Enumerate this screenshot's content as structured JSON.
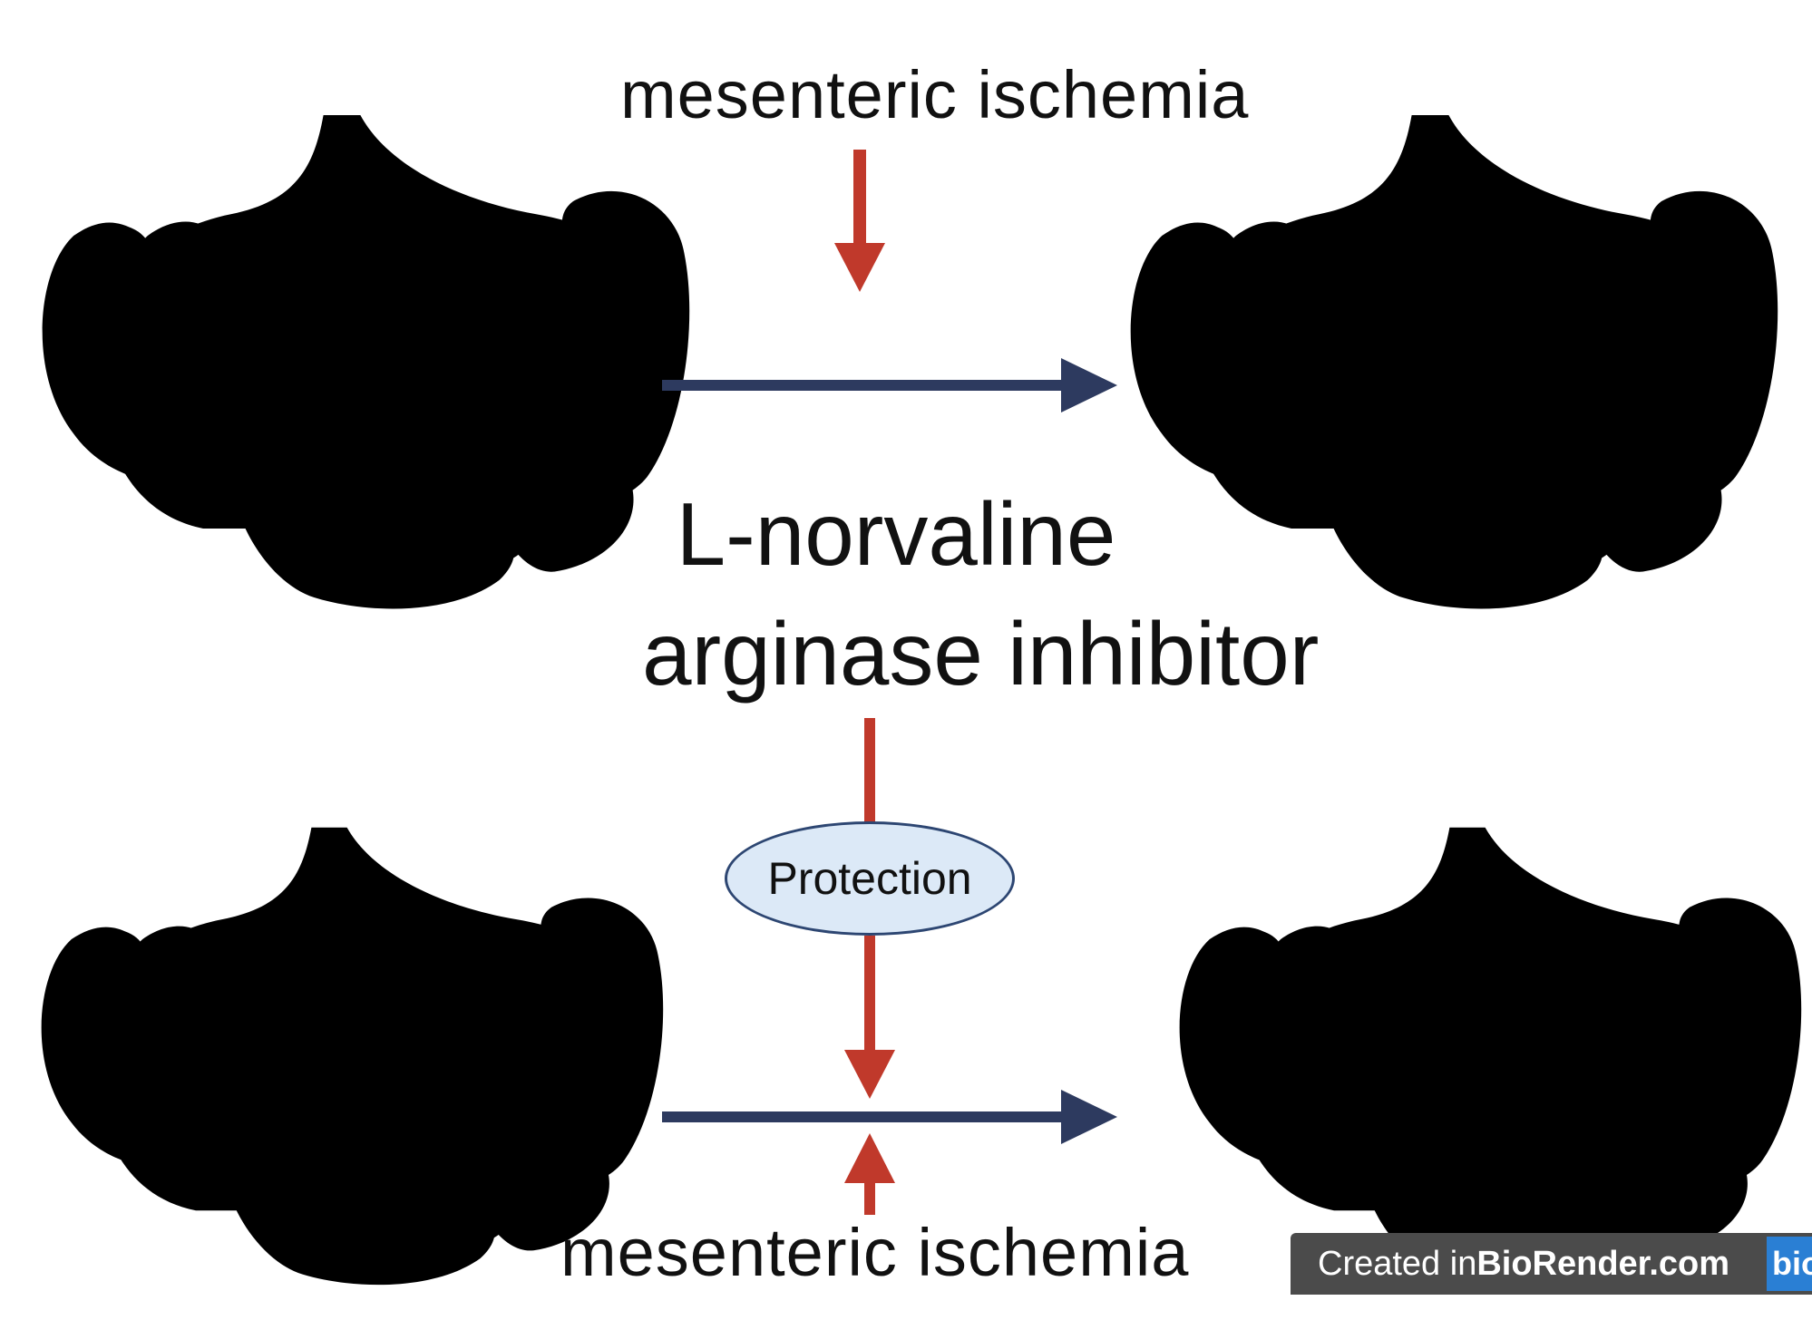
{
  "labels": {
    "top_cause": "mesenteric ischemia",
    "drug_name": "L-norvaline",
    "drug_class": "arginase inhibitor",
    "protection": "Protection",
    "bottom_cause": "mesenteric ischemia"
  },
  "watermark": {
    "prefix": "Created in ",
    "brand": "BioRender.com",
    "logo_text": "bio"
  },
  "colors": {
    "inhibit_arrow": "#c0392b",
    "flow_arrow": "#2d3a5f",
    "healthy_bowel": "#e59a9a",
    "healthy_mesentery": "#f3d58a",
    "ischemic_bowel": "#e3e3e3",
    "ischemic_mesentery": "#cfcfcf",
    "protected_bowel": "#f7c2c2",
    "protected_mesentery": "#fbe9a8",
    "protection_fill": "#dce9f7",
    "protection_border": "#2d4672"
  }
}
